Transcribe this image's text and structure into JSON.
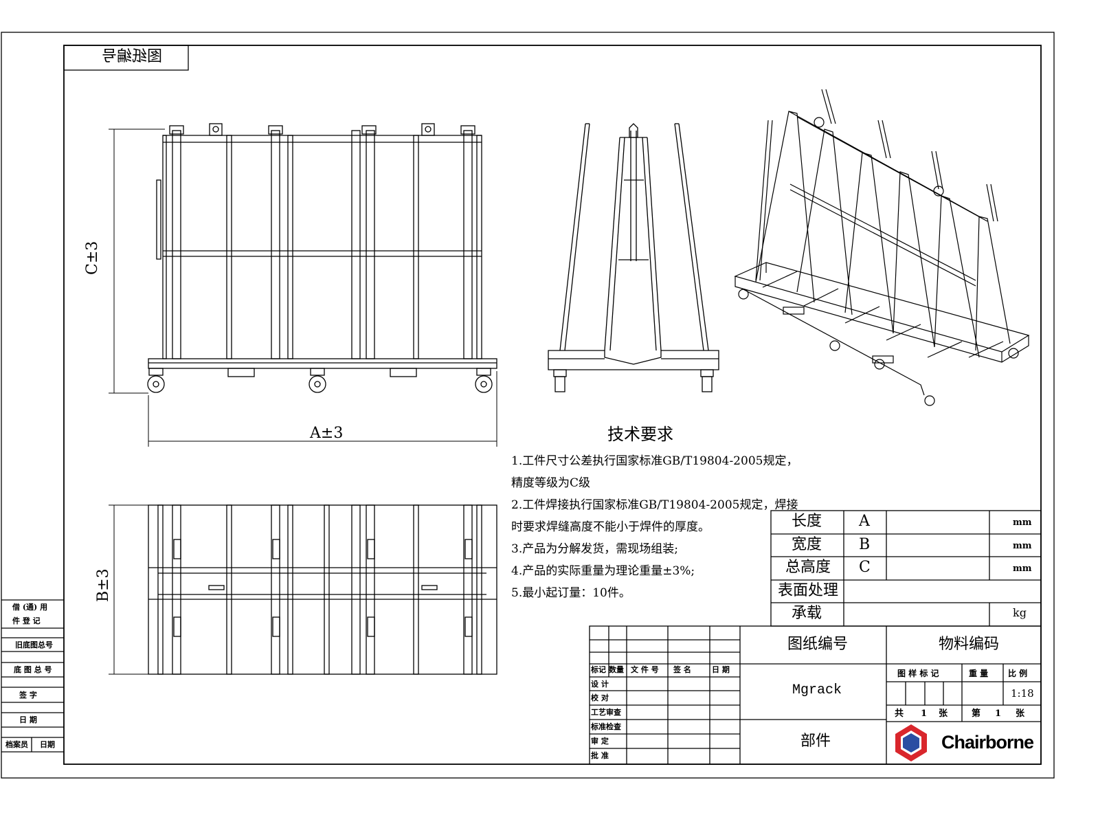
{
  "view_label_mirrored": "图纸编号",
  "dimensions": {
    "height": "C±3",
    "width": "A±3",
    "depth": "B±3"
  },
  "tech_requirements": {
    "title": "技术要求",
    "items": [
      "1.工件尺寸公差执行国家标准GB/T19804-2005规定，",
      "精度等级为C级",
      "2.工件焊接执行国家标准GB/T19804-2005规定，焊接",
      "时要求焊缝高度不能小于焊件的厚度。",
      "3.产品为分解发货，需现场组装;",
      "4.产品的实际重量为理论重量±3%;",
      "5.最小起订量：10件。"
    ]
  },
  "spec_table": {
    "rows": [
      {
        "label": "长度",
        "code": "A",
        "unit": "mm"
      },
      {
        "label": "宽度",
        "code": "B",
        "unit": "mm"
      },
      {
        "label": "总高度",
        "code": "C",
        "unit": "mm"
      },
      {
        "label": "表面处理",
        "code": "",
        "unit": ""
      },
      {
        "label": "承载",
        "code": "",
        "unit": "kg"
      }
    ]
  },
  "left_strip": {
    "borrow_1": "借 (通) 用",
    "borrow_2": "件 登 记",
    "old_base": "旧底图总号",
    "base": "底 图 总 号",
    "sign": "签 字",
    "date": "日 期",
    "archivist": "档案员",
    "archive_date": "日期"
  },
  "title_block": {
    "headers": {
      "mark": "标记",
      "qty": "数量",
      "file": "文 件 号",
      "sign": "签 名",
      "date": "日 期"
    },
    "roles": [
      "设 计",
      "校 对",
      "工艺审查",
      "标准检查",
      "审 定",
      "批 准"
    ],
    "drawing_no_label": "图纸编号",
    "material_code_label": "物料编码",
    "drawing_name": "Mgrack",
    "part_label": "部件",
    "sample_mark": "图 样 标 记",
    "weight": "重 量",
    "scale_label": "比 例",
    "scale": "1:18",
    "total_label": "共",
    "total_count": "1",
    "sheets_unit": "张",
    "sheet_label": "第",
    "sheet_no": "1",
    "sheet_unit": "张",
    "company": "Chairborne"
  },
  "colors": {
    "line": "#000000",
    "logo_red": "#d9262c",
    "logo_blue": "#2b4ea2"
  }
}
